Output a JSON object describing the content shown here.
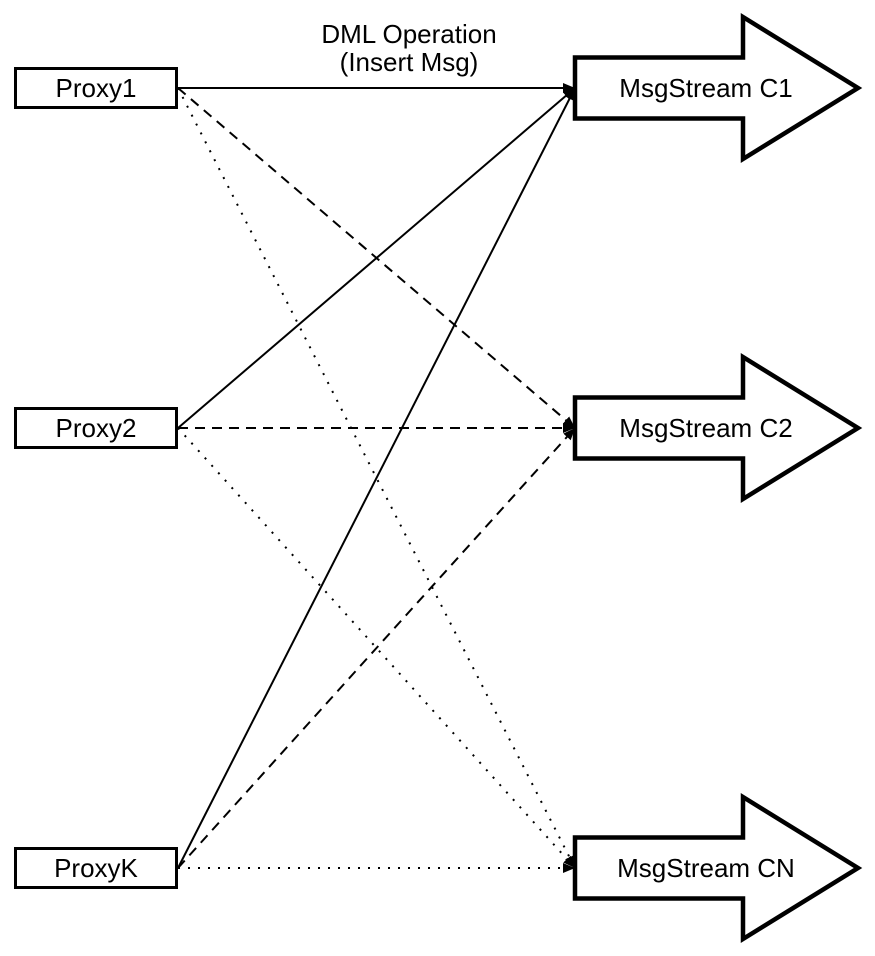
{
  "diagram": {
    "title": {
      "line1": "DML Operation",
      "line2": "(Insert Msg)"
    },
    "proxies": [
      {
        "id": "proxy1",
        "label": "Proxy1"
      },
      {
        "id": "proxy2",
        "label": "Proxy2"
      },
      {
        "id": "proxyK",
        "label": "ProxyK"
      }
    ],
    "streams": [
      {
        "id": "c1",
        "label": "MsgStream C1"
      },
      {
        "id": "c2",
        "label": "MsgStream C2"
      },
      {
        "id": "cn",
        "label": "MsgStream CN"
      }
    ],
    "edges": [
      {
        "from": "proxy1",
        "to": "c1",
        "style": "solid"
      },
      {
        "from": "proxy2",
        "to": "c1",
        "style": "solid"
      },
      {
        "from": "proxyK",
        "to": "c1",
        "style": "solid"
      },
      {
        "from": "proxy1",
        "to": "c2",
        "style": "dashed"
      },
      {
        "from": "proxy2",
        "to": "c2",
        "style": "dashed"
      },
      {
        "from": "proxyK",
        "to": "c2",
        "style": "dashed"
      },
      {
        "from": "proxy1",
        "to": "cn",
        "style": "dotted"
      },
      {
        "from": "proxy2",
        "to": "cn",
        "style": "dotted"
      },
      {
        "from": "proxyK",
        "to": "cn",
        "style": "dotted"
      }
    ],
    "colors": {
      "line": "#000000",
      "shape_fill": "#ffffff",
      "text": "#000000"
    }
  }
}
